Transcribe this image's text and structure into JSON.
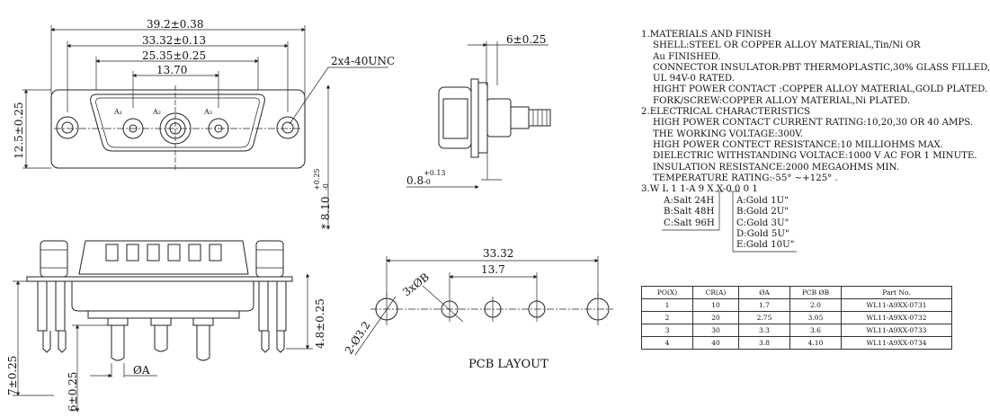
{
  "front_view": {
    "dim_overall": "39.2±0.38",
    "dim_mount": "33.32±0.13",
    "dim_shell": "25.35±0.25",
    "dim_contact": "13.70",
    "dim_height": "12.5±0.25",
    "screw_label": "2x4-40UNC",
    "contact_a1": "A₁",
    "contact_a2": "A₂",
    "contact_a3": "A₃"
  },
  "side_view": {
    "dim_width": "6±0.25",
    "dim_flange": "0.8",
    "dim_flange_tol": "+0.13",
    "dim_flange_tol2": "-0",
    "dim_depth": "* 8.10",
    "dim_depth_tol": "+0.25",
    "dim_depth_tol2": "-0"
  },
  "bottom_view": {
    "dim_pin": "7±0.25",
    "dim_tail": "6±0.25",
    "dim_stand": "4.8±0.25",
    "dim_dia": "ØA"
  },
  "pcb_layout": {
    "dim_mount": "33.32",
    "dim_contact": "13.7",
    "dim_hole": "3xØB",
    "dim_mount_hole": "2-Ø3.2",
    "title": "PCB LAYOUT"
  },
  "notes": {
    "lines": [
      {
        "text": "1.MATERIALS AND  FINISH",
        "indent": false
      },
      {
        "text": "SHELL:STEEL OR COPPER ALLOY MATERIAL,Tin/Ni OR",
        "indent": true
      },
      {
        "text": "Au FINISHED.",
        "indent": true
      },
      {
        "text": "CONNECTOR INSULATOR:PBT THERMOPLASTIC,30% GLASS FILLED,",
        "indent": true
      },
      {
        "text": "UL 94V-0 RATED.",
        "indent": true
      },
      {
        "text": "HIGHT POWER CONTACT :COPPER ALLOY MATERIAL,GOLD PLATED.",
        "indent": true
      },
      {
        "text": "FORK/SCREW:COPPER ALLOY MATERIAL,Ni PLATED.",
        "indent": true
      },
      {
        "text": "2.ELECTRICAL CHARACTERISTICS",
        "indent": false
      },
      {
        "text": "HIGH POWER CONTACT CURRENT RATING:10,20,30 OR 40 AMPS.",
        "indent": true
      },
      {
        "text": "THE WORKING VOLTAGE:300V.",
        "indent": true
      },
      {
        "text": "HIGH POWER CONTECT RESISTANCE:10 MILLIOHMS MAX.",
        "indent": true
      },
      {
        "text": "DIELECTRIC WITHSTANDING VOLTACE:1000 V AC FOR 1 MINUTE.",
        "indent": true
      },
      {
        "text": "INSULATION RESISTANCE:2000 MEGAOHMS MIN.",
        "indent": true
      },
      {
        "text": "TEMPERATURE RATING:-55° ~+125° .",
        "indent": true
      },
      {
        "text": "3.W L 1 1-A 9 X X-0 0 0 1",
        "indent": false
      }
    ],
    "salt_options": [
      "A:Salt 24H",
      "B:Salt 48H",
      "C:Salt 96H"
    ],
    "gold_options": [
      "A:Gold 1U\"",
      "B:Gold 2U\"",
      "C:Gold 3U\"",
      "D:Gold 5U\"",
      "E:Gold 10U\""
    ]
  },
  "parts_table": {
    "headers": [
      "PO(X)",
      "CR(A)",
      "ØA",
      "PCB ØB",
      "Part  No."
    ],
    "rows": [
      [
        "1",
        "10",
        "1.7",
        "2.0",
        "WL11-A9XX-0731"
      ],
      [
        "2",
        "20",
        "2.75",
        "3.05",
        "WL11-A9XX-0732"
      ],
      [
        "3",
        "30",
        "3.3",
        "3.6",
        "WL11-A9XX-0733"
      ],
      [
        "4",
        "40",
        "3.8",
        "4.10",
        "WL11-A9XX-0734"
      ]
    ]
  }
}
